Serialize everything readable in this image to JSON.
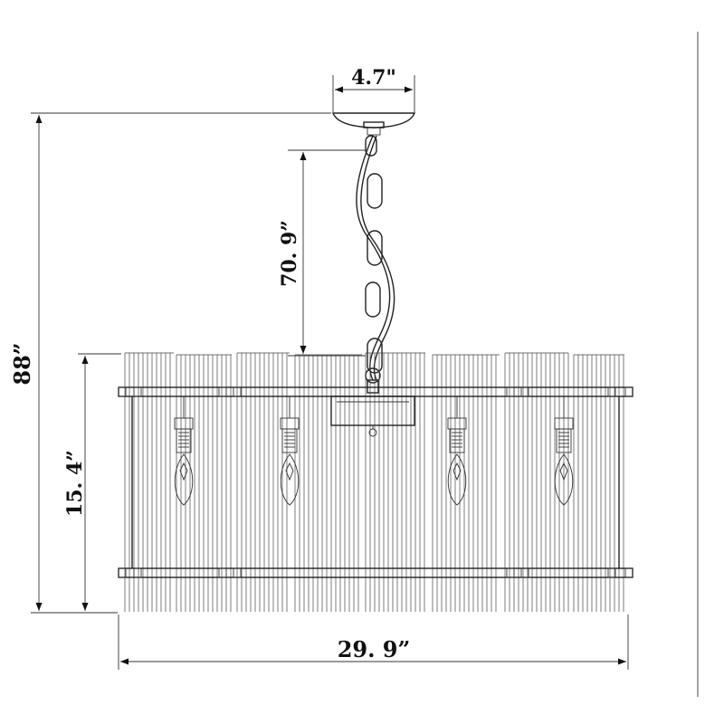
{
  "dimensions": {
    "canopy_width": "4.7\"",
    "overall_height": "88”",
    "chain_length": "70. 9”",
    "body_height": "15. 4”",
    "body_width": "29. 9”"
  }
}
